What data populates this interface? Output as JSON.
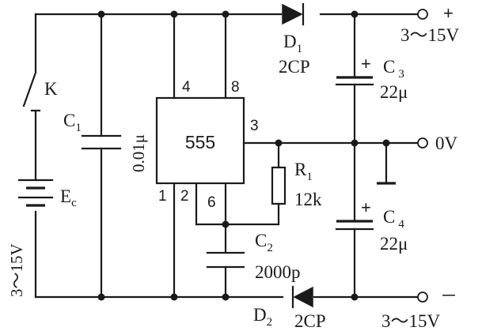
{
  "ic": {
    "name": "555",
    "pins": {
      "p4": "4",
      "p8": "8",
      "p3": "3",
      "p1": "1",
      "p2": "2",
      "p6": "6"
    }
  },
  "components": {
    "k": {
      "label": "K"
    },
    "c1": {
      "label": "C",
      "sub": "1",
      "value": "0.01μ"
    },
    "ec": {
      "label": "E",
      "sub": "c"
    },
    "source_range": "3～15V",
    "d1": {
      "label": "D",
      "sub": "1",
      "type": "2CP"
    },
    "d2": {
      "label": "D",
      "sub": "2",
      "type": "2CP"
    },
    "c3": {
      "label": "C",
      "sub": "3",
      "value": "22μ",
      "polarity": "+"
    },
    "c4": {
      "label": "C",
      "sub": "4",
      "value": "22μ",
      "polarity": "+"
    },
    "r1": {
      "label": "R",
      "sub": "1",
      "value": "12k"
    },
    "c2": {
      "label": "C",
      "sub": "2",
      "value": "2000p"
    }
  },
  "terminals": {
    "top": {
      "sign": "+",
      "label": "3～15V"
    },
    "mid": {
      "label": "0V"
    },
    "bottom": {
      "sign": "－",
      "label": "3～15V"
    }
  }
}
